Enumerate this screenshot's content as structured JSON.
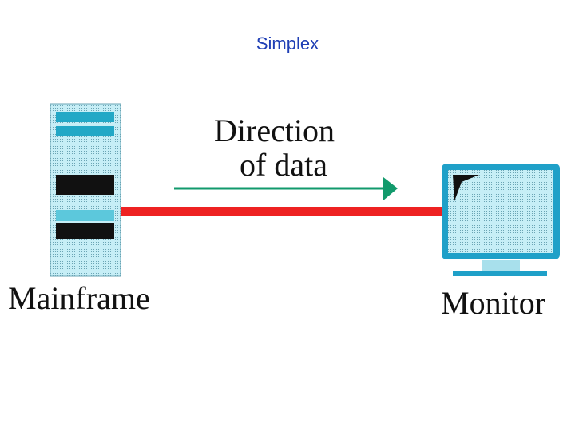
{
  "title": "Simplex",
  "direction_label": {
    "line1": "Direction",
    "line2": "of data"
  },
  "mainframe_label": "Mainframe",
  "monitor_label": "Monitor",
  "colors": {
    "title": "#1f3fb5",
    "link_line": "#ee2222",
    "arrow": "#129a6c",
    "device_body": "#b9e6ee",
    "device_frame": "#1fa0c8",
    "drive_bar": "#111111"
  },
  "icons": [
    "mainframe-icon",
    "monitor-icon",
    "data-direction-arrow"
  ]
}
